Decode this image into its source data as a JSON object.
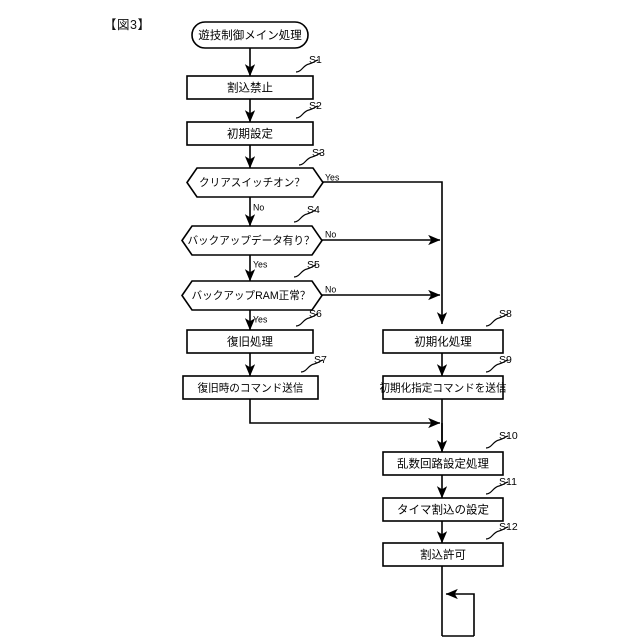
{
  "figure": {
    "label": "【図3】",
    "title_node": "遊技制御メイン処理"
  },
  "nodes": [
    {
      "id": "start",
      "type": "terminator",
      "text": "遊技制御メイン処理",
      "step": ""
    },
    {
      "id": "s1",
      "type": "process",
      "text": "割込禁止",
      "step": "S1"
    },
    {
      "id": "s2",
      "type": "process",
      "text": "初期設定",
      "step": "S2"
    },
    {
      "id": "s3",
      "type": "decision",
      "text": "クリアスイッチオン？",
      "step": "S3"
    },
    {
      "id": "s4",
      "type": "decision",
      "text": "バックアップデータ有り？",
      "step": "S4"
    },
    {
      "id": "s5",
      "type": "decision",
      "text": "バックアップRAM正常？",
      "step": "S5"
    },
    {
      "id": "s6",
      "type": "process",
      "text": "復旧処理",
      "step": "S6"
    },
    {
      "id": "s7",
      "type": "process",
      "text": "復旧時のコマンド送信",
      "step": "S7"
    },
    {
      "id": "s8",
      "type": "process",
      "text": "初期化処理",
      "step": "S8"
    },
    {
      "id": "s9",
      "type": "process",
      "text": "初期化指定コマンドを送信",
      "step": "S9"
    },
    {
      "id": "s10",
      "type": "process",
      "text": "乱数回路設定処理",
      "step": "S10"
    },
    {
      "id": "s11",
      "type": "process",
      "text": "タイマ割込の設定",
      "step": "S11"
    },
    {
      "id": "s12",
      "type": "process",
      "text": "割込許可",
      "step": "S12"
    }
  ],
  "branch_labels": {
    "s3_yes": "Yes",
    "s3_no": "No",
    "s4_no": "No",
    "s4_yes": "Yes",
    "s5_no": "No",
    "s5_yes": "Yes"
  },
  "colors": {
    "stroke": "#000000",
    "fill": "#ffffff",
    "background": "#ffffff"
  }
}
